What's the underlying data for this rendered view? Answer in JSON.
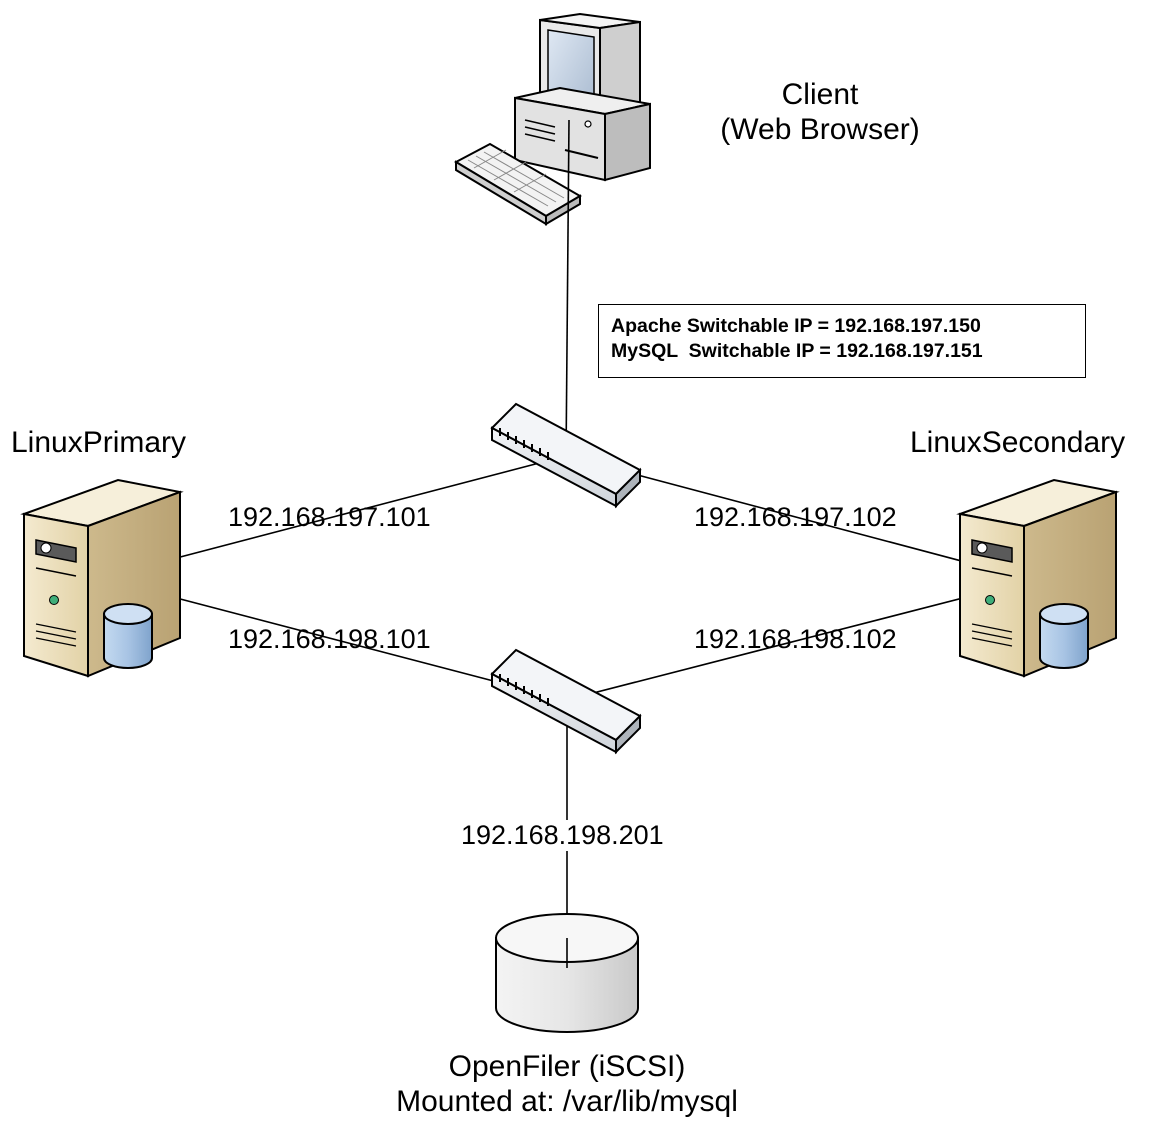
{
  "client": {
    "title": "Client",
    "subtitle": "(Web Browser)"
  },
  "switchable_ips": {
    "apache": "Apache Switchable IP = 192.168.197.150",
    "mysql": "MySQL  Switchable IP = 192.168.197.151"
  },
  "primary": {
    "name": "LinuxPrimary",
    "ip_public": "192.168.197.101",
    "ip_private": "192.168.198.101"
  },
  "secondary": {
    "name": "LinuxSecondary",
    "ip_public": "192.168.197.102",
    "ip_private": "192.168.198.102"
  },
  "storage": {
    "ip": "192.168.198.201",
    "name": "OpenFiler (iSCSI)",
    "mount": "Mounted at: /var/lib/mysql"
  },
  "icons": [
    "desktop-computer-icon",
    "keyboard-icon",
    "network-switch-icon",
    "server-tower-icon",
    "database-cylinder-icon",
    "storage-disk-icon"
  ],
  "colors": {
    "server_body": "#e9dcb8",
    "server_side": "#c8b58a",
    "database": "#a9c6e6",
    "switch": "#dfe3e8",
    "storage": "#e4e4e4"
  }
}
